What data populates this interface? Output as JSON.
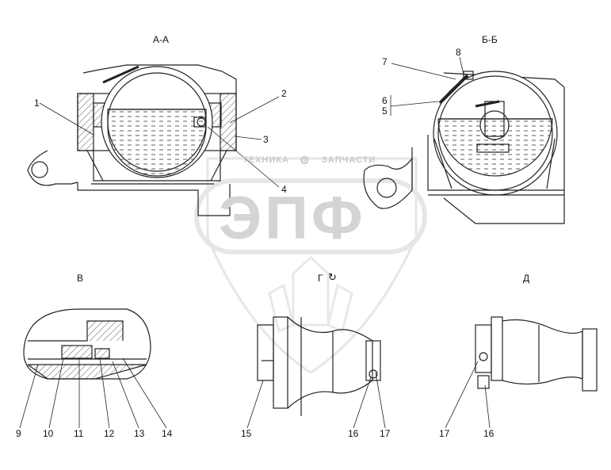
{
  "views": {
    "aa": "А-А",
    "bb": "Б-Б",
    "v": "В",
    "g": "Г",
    "d": "Д"
  },
  "callouts": {
    "aa": [
      "1",
      "2",
      "3",
      "4"
    ],
    "bb": [
      "7",
      "8",
      "6",
      "5"
    ],
    "v": [
      "9",
      "10",
      "11",
      "12",
      "13",
      "14"
    ],
    "g": [
      "15",
      "16",
      "17"
    ],
    "d": [
      "17",
      "16"
    ]
  },
  "watermark": {
    "big": "ЭПФ",
    "left": "ТЕХНИКА",
    "right": "ЗАПЧАСТИ"
  }
}
